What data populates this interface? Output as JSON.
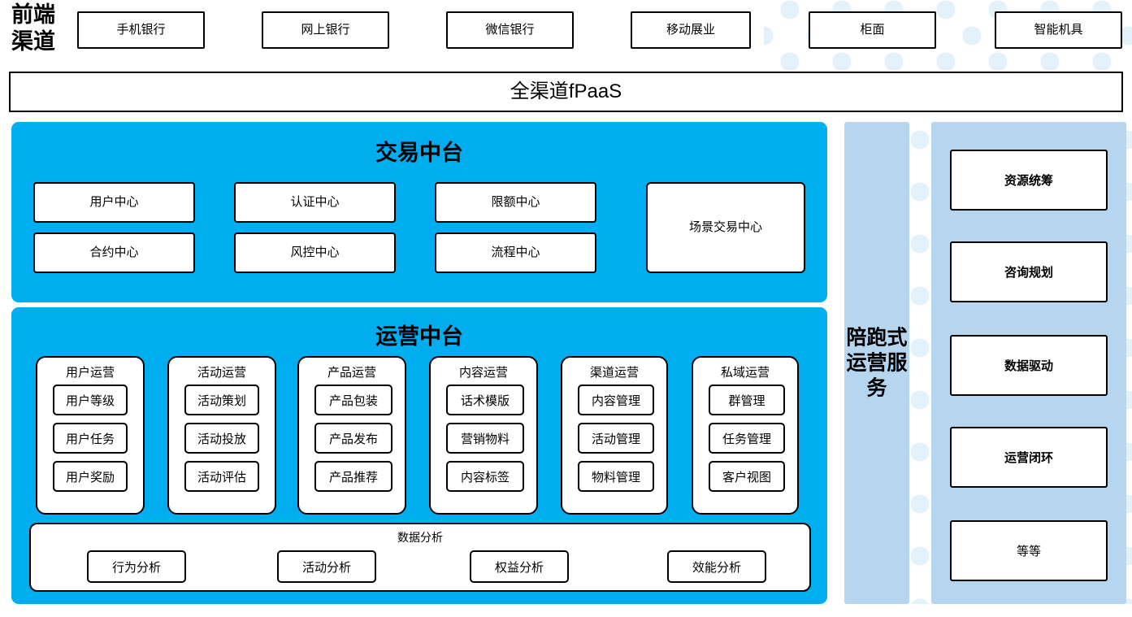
{
  "colors": {
    "cyan_panel": "#00adef",
    "light_blue_panel": "#b6d6ef",
    "dot_pattern": "#e3f1fb",
    "border": "#000000",
    "box_fill": "#ffffff"
  },
  "frontend": {
    "label": "前端渠道",
    "channels": [
      {
        "label": "手机银行"
      },
      {
        "label": "网上银行"
      },
      {
        "label": "微信银行"
      },
      {
        "label": "移动展业"
      },
      {
        "label": "柜面"
      },
      {
        "label": "智能机具"
      }
    ]
  },
  "platform_bar": {
    "label": "全渠道fPaaS"
  },
  "trade_center": {
    "title": "交易中台",
    "small_boxes": [
      {
        "label": "用户中心"
      },
      {
        "label": "认证中心"
      },
      {
        "label": "限额中心"
      },
      {
        "label": "合约中心"
      },
      {
        "label": "风控中心"
      },
      {
        "label": "流程中心"
      }
    ],
    "large_box": {
      "label": "场景交易中心"
    }
  },
  "ops_center": {
    "title": "运营中台",
    "columns": [
      {
        "title": "用户运营",
        "items": [
          "用户等级",
          "用户任务",
          "用户奖励"
        ]
      },
      {
        "title": "活动运营",
        "items": [
          "活动策划",
          "活动投放",
          "活动评估"
        ]
      },
      {
        "title": "产品运营",
        "items": [
          "产品包装",
          "产品发布",
          "产品推荐"
        ]
      },
      {
        "title": "内容运营",
        "items": [
          "话术模版",
          "营销物料",
          "内容标签"
        ]
      },
      {
        "title": "渠道运营",
        "items": [
          "内容管理",
          "活动管理",
          "物料管理"
        ]
      },
      {
        "title": "私域运营",
        "items": [
          "群管理",
          "任务管理",
          "客户视图"
        ]
      }
    ],
    "data_analysis": {
      "title": "数据分析",
      "items": [
        "行为分析",
        "活动分析",
        "权益分析",
        "效能分析"
      ]
    }
  },
  "service_column": {
    "label": "陪跑式运营服务"
  },
  "capability_column": {
    "cards": [
      {
        "label": "资源统筹",
        "bold": true
      },
      {
        "label": "咨询规划",
        "bold": true
      },
      {
        "label": "数据驱动",
        "bold": true
      },
      {
        "label": "运营闭环",
        "bold": true
      },
      {
        "label": "等等",
        "bold": false
      }
    ]
  }
}
